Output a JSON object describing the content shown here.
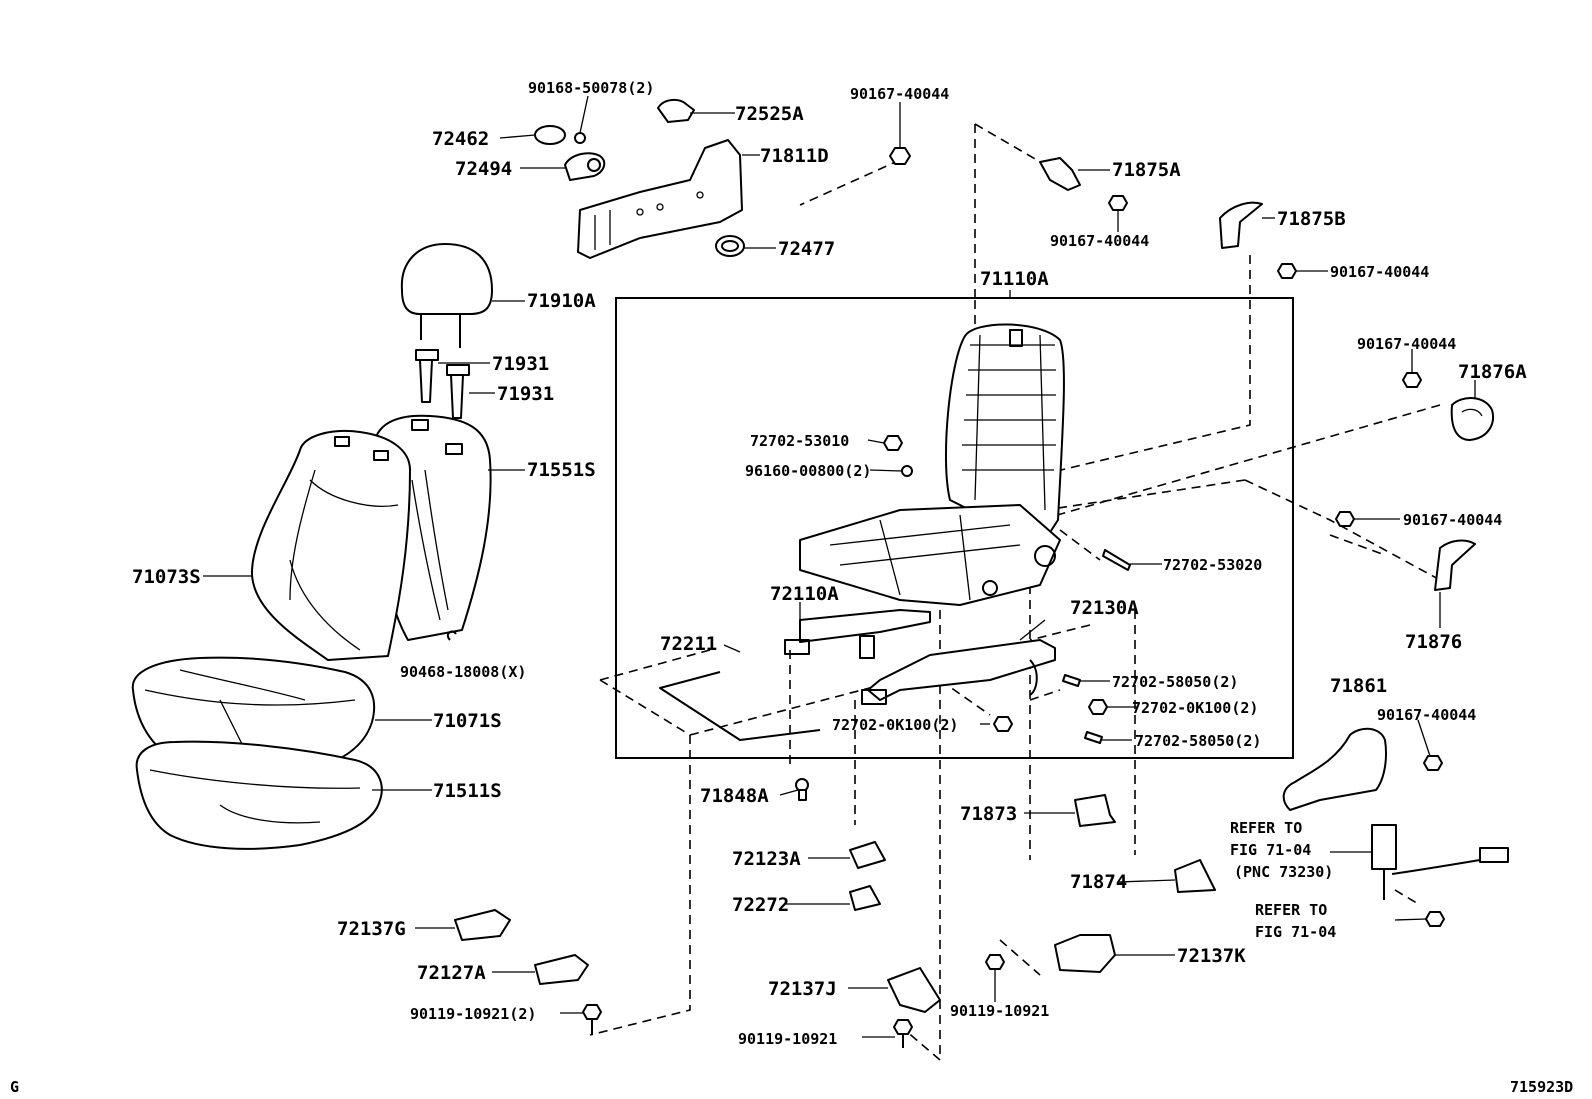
{
  "diagram": {
    "corner_left": "G",
    "corner_right": "715923D",
    "labels": {
      "p90168_50078": "90168-50078(2)",
      "p72525A": "72525A",
      "p90167_40044_top": "90167-40044",
      "p72462": "72462",
      "p72494": "72494",
      "p71811D": "71811D",
      "p72477": "72477",
      "p71875A": "71875A",
      "p90167_40044_a": "90167-40044",
      "p71875B": "71875B",
      "p90167_40044_b": "90167-40044",
      "p71910A": "71910A",
      "p71110A": "71110A",
      "p71931_1": "71931",
      "p71931_2": "71931",
      "p90167_40044_c": "90167-40044",
      "p71876A": "71876A",
      "p72702_53010": "72702-53010",
      "p71551S": "71551S",
      "p96160_00800": "96160-00800(2)",
      "p90167_40044_d": "90167-40044",
      "p72702_53020": "72702-53020",
      "p71073S": "71073S",
      "p72110A": "72110A",
      "p72130A": "72130A",
      "p71876": "71876",
      "p72211": "72211",
      "p90468_18008": "90468-18008(X)",
      "p72702_58050_a": "72702-58050(2)",
      "p71861": "71861",
      "p72702_0K100_a": "72702-0K100(2)",
      "p90167_40044_e": "90167-40044",
      "p71071S": "71071S",
      "p72702_0K100_b": "72702-0K100(2)",
      "p72702_58050_b": "72702-58050(2)",
      "p71511S": "71511S",
      "p71848A": "71848A",
      "p71873": "71873",
      "refer1_line1": "REFER TO",
      "refer1_line2": "FIG 71-04",
      "refer1_line3": "(PNC 73230)",
      "p72123A": "72123A",
      "p71874": "71874",
      "p72272": "72272",
      "refer2_line1": "REFER TO",
      "refer2_line2": "FIG 71-04",
      "p72137G": "72137G",
      "p72137K": "72137K",
      "p72127A": "72127A",
      "p90119_10921_a": "90119-10921(2)",
      "p72137J": "72137J",
      "p90119_10921_b": "90119-10921",
      "p90119_10921_c": "90119-10921"
    }
  }
}
